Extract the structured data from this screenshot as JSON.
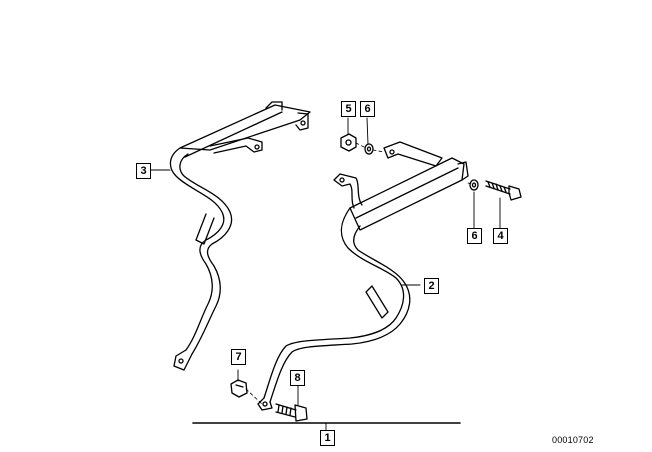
{
  "callouts": {
    "c1": "1",
    "c2": "2",
    "c3": "3",
    "c4": "4",
    "c5": "5",
    "c6a": "6",
    "c6b": "6",
    "c7": "7",
    "c8": "8"
  },
  "document_number": "00010702",
  "colors": {
    "line": "#000000",
    "background": "#ffffff"
  }
}
